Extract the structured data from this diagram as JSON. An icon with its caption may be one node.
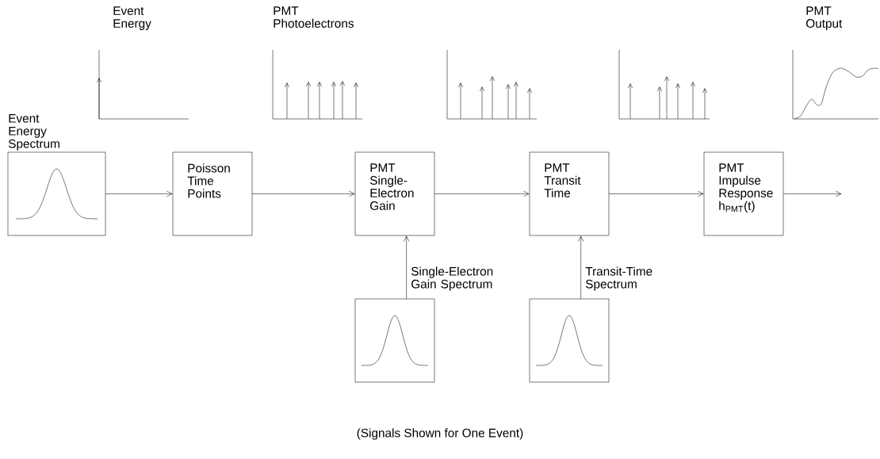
{
  "diagram": {
    "nodes": [
      {
        "text": [
          "Event Energy Spectrum"
        ]
      },
      {
        "text": [
          "Poisson Time Points"
        ]
      },
      {
        "text": [
          "PMT Single-Electron Gain"
        ]
      },
      {
        "text": [
          "PMT Transit Time"
        ]
      },
      {
        "text": [
          "PMT Impulse Response h$_{PMT}$(t)"
        ]
      },
      {
        "text": [
          "Single-Electron Gain Spectrum"
        ]
      },
      {
        "text": [
          "Transit-Time Spectrum"
        ]
      }
    ],
    "edges": [
      {
        "from": 0,
        "to": 1,
        "arrow": "to"
      },
      {
        "from": 1,
        "to": 2,
        "arrow": "to"
      },
      {
        "from": 2,
        "to": 3,
        "arrow": "to"
      },
      {
        "from": 3,
        "to": 4,
        "arrow": "to"
      },
      {
        "from": 4,
        "to": null,
        "arrow": "to"
      },
      {
        "from": 5,
        "to": 2,
        "arrow": "to"
      },
      {
        "from": 6,
        "to": 3,
        "arrow": "to"
      }
    ],
    "labels": [
      "Event Energy",
      "PMT Photoelectrons",
      "PMT Output",
      "(Signals Shown for One Event)"
    ]
  }
}
